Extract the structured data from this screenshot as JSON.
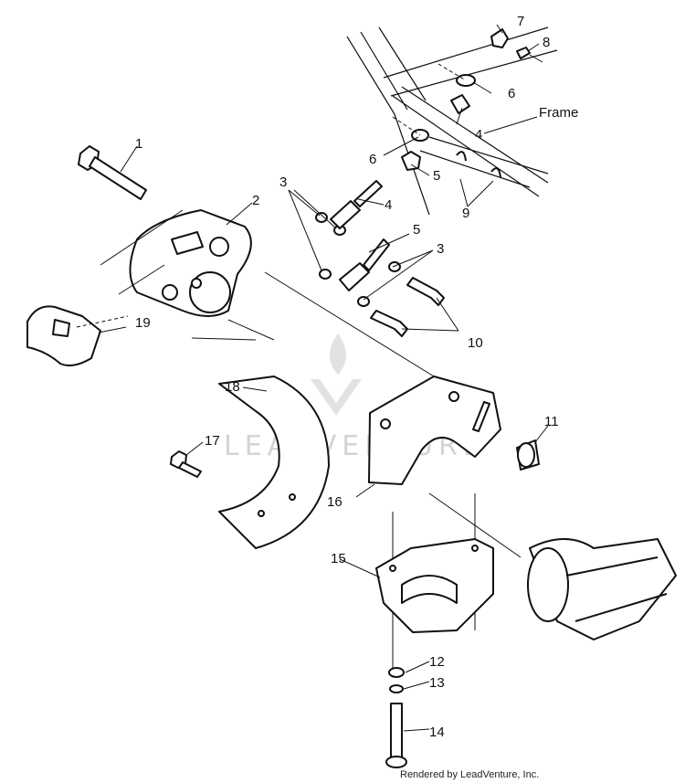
{
  "diagram": {
    "callouts": [
      {
        "id": "1",
        "text": "1"
      },
      {
        "id": "2",
        "text": "2"
      },
      {
        "id": "3a",
        "text": "3"
      },
      {
        "id": "3b",
        "text": "3"
      },
      {
        "id": "4a",
        "text": "4"
      },
      {
        "id": "4b",
        "text": "4"
      },
      {
        "id": "5a",
        "text": "5"
      },
      {
        "id": "5b",
        "text": "5"
      },
      {
        "id": "6a",
        "text": "6"
      },
      {
        "id": "6b",
        "text": "6"
      },
      {
        "id": "7",
        "text": "7"
      },
      {
        "id": "8",
        "text": "8"
      },
      {
        "id": "9",
        "text": "9"
      },
      {
        "id": "10",
        "text": "10"
      },
      {
        "id": "11",
        "text": "11"
      },
      {
        "id": "12",
        "text": "12"
      },
      {
        "id": "13",
        "text": "13"
      },
      {
        "id": "14",
        "text": "14"
      },
      {
        "id": "15",
        "text": "15"
      },
      {
        "id": "16",
        "text": "16"
      },
      {
        "id": "17",
        "text": "17"
      },
      {
        "id": "18",
        "text": "18"
      },
      {
        "id": "19",
        "text": "19"
      }
    ],
    "frame_label": "Frame",
    "watermark": "LEADVENTURE",
    "credit": "Rendered by LeadVenture, Inc.",
    "line_color": "#111111",
    "watermark_color": "#d4d4d4"
  }
}
